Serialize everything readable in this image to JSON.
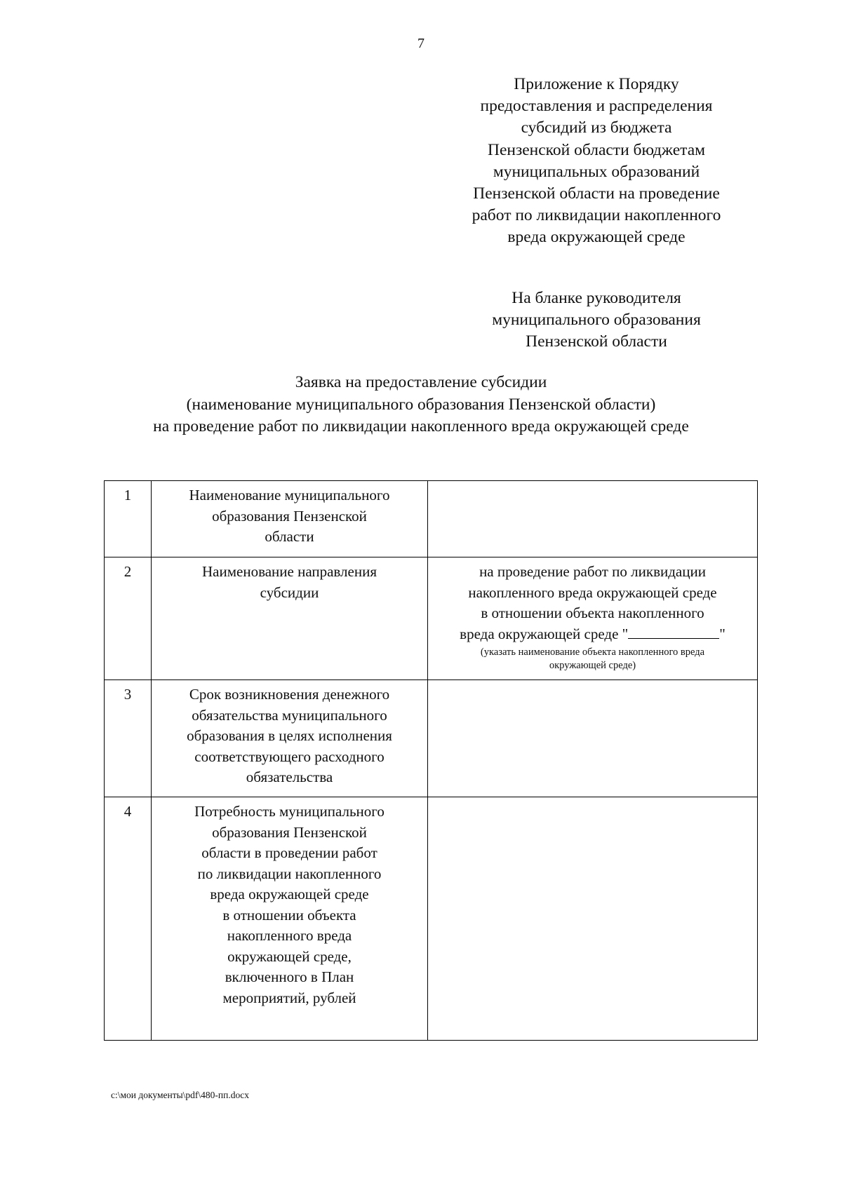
{
  "page": {
    "number": "7"
  },
  "appendix_block": {
    "lines": [
      "Приложение",
      "к Порядку",
      "предоставления и распределения",
      "субсидий из бюджета",
      "Пензенской области бюджетам",
      "муниципальных образований",
      "Пензенской области на проведение",
      "работ по ликвидации накопленного",
      "вреда окружающей среде"
    ]
  },
  "letterhead_block": {
    "lines": [
      "На бланке руководителя",
      "муниципального образования",
      "Пензенской области"
    ]
  },
  "doc_title": {
    "lines": [
      "Заявка",
      "на предоставление субсидии",
      "(наименование муниципального образования Пензенской области)",
      "на проведение работ по ликвидации накопленного вреда окружающей среде"
    ]
  },
  "table": {
    "rows": [
      {
        "number": "1",
        "label_lines": [
          "Наименование муниципального",
          "образования Пензенской",
          "области"
        ],
        "value_lines": [],
        "note_lines": []
      },
      {
        "number": "2",
        "label_lines": [
          "Наименование направления",
          "субсидии"
        ],
        "value_lines": [
          "на проведение работ по ликвидации",
          "накопленного вреда окружающей среде",
          "в отношении объекта накопленного",
          "вреда окружающей среде \""
        ],
        "value_tail": "\"",
        "note_lines": [
          "(указать наименование объекта накопленного вреда",
          "окружающей среде)"
        ]
      },
      {
        "number": "3",
        "label_lines": [
          "Срок возникновения денежного",
          "обязательства муниципального",
          "образования в целях исполнения",
          "соответствующего расходного",
          "обязательства"
        ],
        "value_lines": [],
        "note_lines": []
      },
      {
        "number": "4",
        "label_lines": [
          "Потребность муниципального",
          "образования Пензенской",
          "области в проведении работ",
          "по ликвидации накопленного",
          "вреда окружающей среде",
          "в отношении объекта",
          "накопленного вреда",
          "окружающей среде,",
          "включенного в План",
          "мероприятий, рублей"
        ],
        "value_lines": [],
        "note_lines": []
      }
    ]
  },
  "footer": {
    "path": "c:\\мои документы\\pdf\\480-пп.docx"
  }
}
